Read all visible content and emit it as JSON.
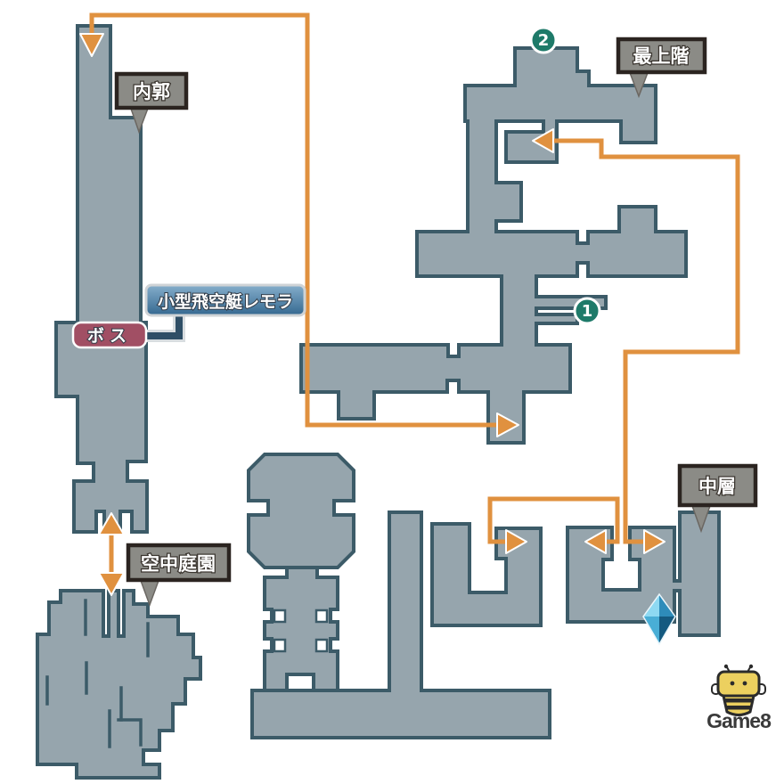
{
  "map": {
    "labels": {
      "inner_ward": "内郭",
      "top_floor": "最上階",
      "middle_layer": "中層",
      "sky_garden": "空中庭園",
      "boss": "ボス",
      "airship": "小型飛空艇レモラ"
    },
    "markers": {
      "one": "1",
      "two": "2"
    },
    "logo": {
      "text": "Game8"
    },
    "icons": {
      "gem": "blue-gem-icon",
      "arrows": "orange-route-arrow",
      "bee": "game8-bee-icon"
    },
    "colors": {
      "background": "#FFFFFF",
      "map_fill": "#96A5AD",
      "map_border": "#3C5B68",
      "route_orange": "#E0913F",
      "tooltip_bg": "#8B8B86",
      "tooltip_border": "#2B2420",
      "boss_bg": "#A14F64",
      "airship_top": "#85AECB",
      "airship_bottom": "#346890",
      "connector_blue": "#2E4E66",
      "marker_teal": "#1E7A69",
      "gem_light": "#8ED9F2",
      "gem_dark": "#155A80",
      "logo_yellow": "#ECD05F"
    }
  }
}
